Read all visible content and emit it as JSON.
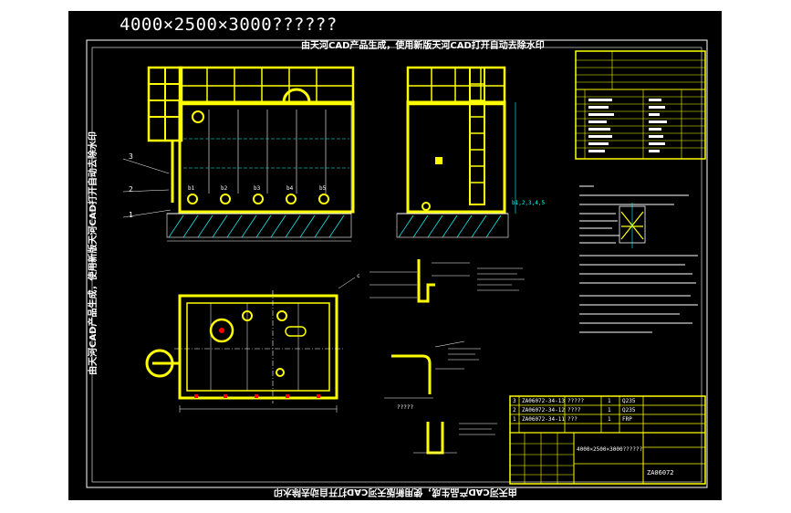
{
  "title": "4000×2500×3000??????",
  "watermark": "由天河CAD产品生成，使用新版天河CAD打开自动去除水印",
  "leaders": {
    "l1": "1",
    "l2": "2",
    "l3": "3"
  },
  "plan_labels": {
    "b1": "b1",
    "b2": "b2",
    "b3": "b3",
    "b4": "b4",
    "b5": "b5",
    "c": "c"
  },
  "side_label": "b1,2,3,4,5",
  "section_label": "?????",
  "title_block": {
    "rows": [
      {
        "no": "3",
        "code": "ZA06072-34-13",
        "name": "?????",
        "qty": "1",
        "mat": "Q235"
      },
      {
        "no": "2",
        "code": "ZA06072-34-12",
        "name": "????",
        "qty": "1",
        "mat": "Q235"
      },
      {
        "no": "1",
        "code": "ZA06072-34-11",
        "name": "???",
        "qty": "1",
        "mat": "FRP"
      }
    ],
    "drawing_name": "4000×2500×3000??????",
    "drawing_code": "ZA06072"
  },
  "colors": {
    "structure": "#ffff00",
    "lines": "#ffffff",
    "hatch": "#00ffff",
    "red": "#ff0000",
    "magenta": "#ff00ff"
  }
}
